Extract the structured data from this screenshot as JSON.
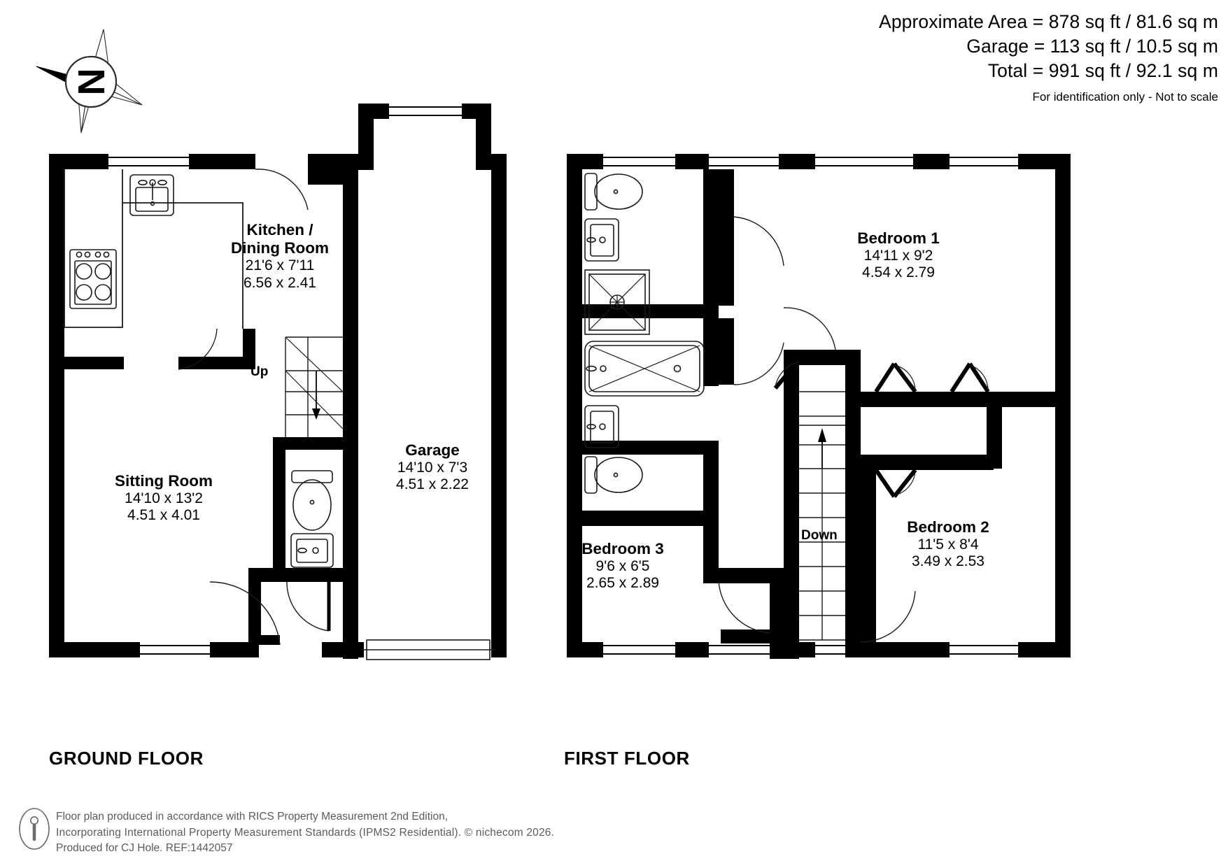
{
  "header": {
    "area_lines": [
      "Approximate Area = 878 sq ft / 81.6 sq m",
      "Garage = 113 sq ft / 10.5 sq m",
      "Total = 991 sq ft / 92.1 sq m"
    ],
    "disclaimer": "For identification only - Not to scale"
  },
  "compass": {
    "north_letter": "N"
  },
  "floors": [
    {
      "id": "ground",
      "title": "GROUND FLOOR",
      "rooms": [
        {
          "name": "Kitchen /\nDining Room",
          "name_lines": [
            "Kitchen /",
            "Dining Room"
          ],
          "imperial": "21'6 x 7'11",
          "metric": "6.56 x 2.41"
        },
        {
          "name": "Sitting Room",
          "name_lines": [
            "Sitting Room"
          ],
          "imperial": "14'10 x 13'2",
          "metric": "4.51 x 4.01"
        },
        {
          "name": "Garage",
          "name_lines": [
            "Garage"
          ],
          "imperial": "14'10 x 7'3",
          "metric": "4.51 x 2.22"
        }
      ],
      "stair_caption": "Up"
    },
    {
      "id": "first",
      "title": "FIRST FLOOR",
      "rooms": [
        {
          "name": "Bedroom 1",
          "name_lines": [
            "Bedroom 1"
          ],
          "imperial": "14'11 x 9'2",
          "metric": "4.54 x 2.79"
        },
        {
          "name": "Bedroom 2",
          "name_lines": [
            "Bedroom 2"
          ],
          "imperial": "11'5 x 8'4",
          "metric": "3.49 x 2.53"
        },
        {
          "name": "Bedroom 3",
          "name_lines": [
            "Bedroom 3"
          ],
          "imperial": "9'6 x 6'5",
          "metric": "2.65 x 2.89"
        }
      ],
      "stair_caption": "Down"
    }
  ],
  "fixtures": {
    "ground": [
      "kitchen-sink",
      "hob-cooker",
      "wc-toilet",
      "wash-basin",
      "staircase-up",
      "garage-door"
    ],
    "first": [
      "wc-toilet",
      "wash-basin",
      "shower-tray",
      "bath-tub",
      "wash-basin",
      "wc-toilet",
      "staircase-down",
      "wardrobe"
    ]
  },
  "footer": {
    "lines": [
      "Floor plan produced in accordance with RICS Property Measurement 2nd Edition,",
      "Incorporating International Property Measurement Standards (IPMS2 Residential).   © nichecom 2026.",
      "Produced for CJ Hole.   REF:1442057"
    ]
  },
  "colors": {
    "wall": "#000000",
    "background": "#ffffff",
    "text": "#000000",
    "footer_text": "#5b5b5b",
    "fixture_line": "#1a1a1a"
  }
}
